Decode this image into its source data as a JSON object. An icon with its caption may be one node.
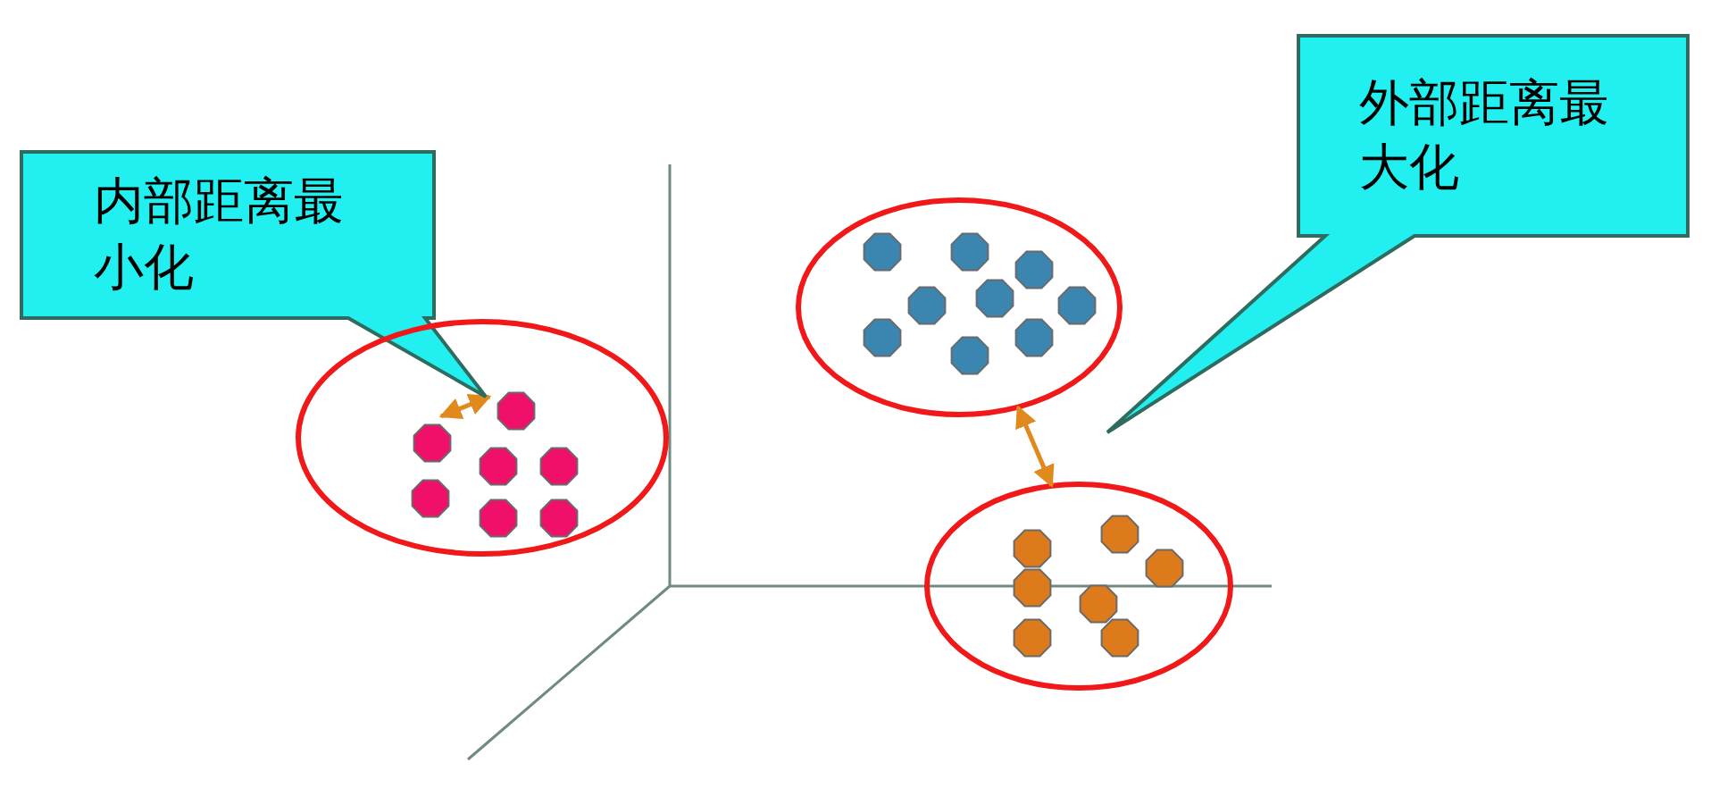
{
  "diagram": {
    "nodes": [
      {
        "text": [
          "内部距离最小化"
        ]
      },
      {
        "text": [
          "外部距离最大化"
        ]
      },
      {
        "text": [],
        "shape": "circle"
      },
      {
        "text": [],
        "shape": "circle"
      },
      {
        "text": [],
        "shape": "circle"
      }
    ],
    "edges": [
      {
        "from": 3,
        "to": 4,
        "arrow": "both"
      }
    ]
  }
}
